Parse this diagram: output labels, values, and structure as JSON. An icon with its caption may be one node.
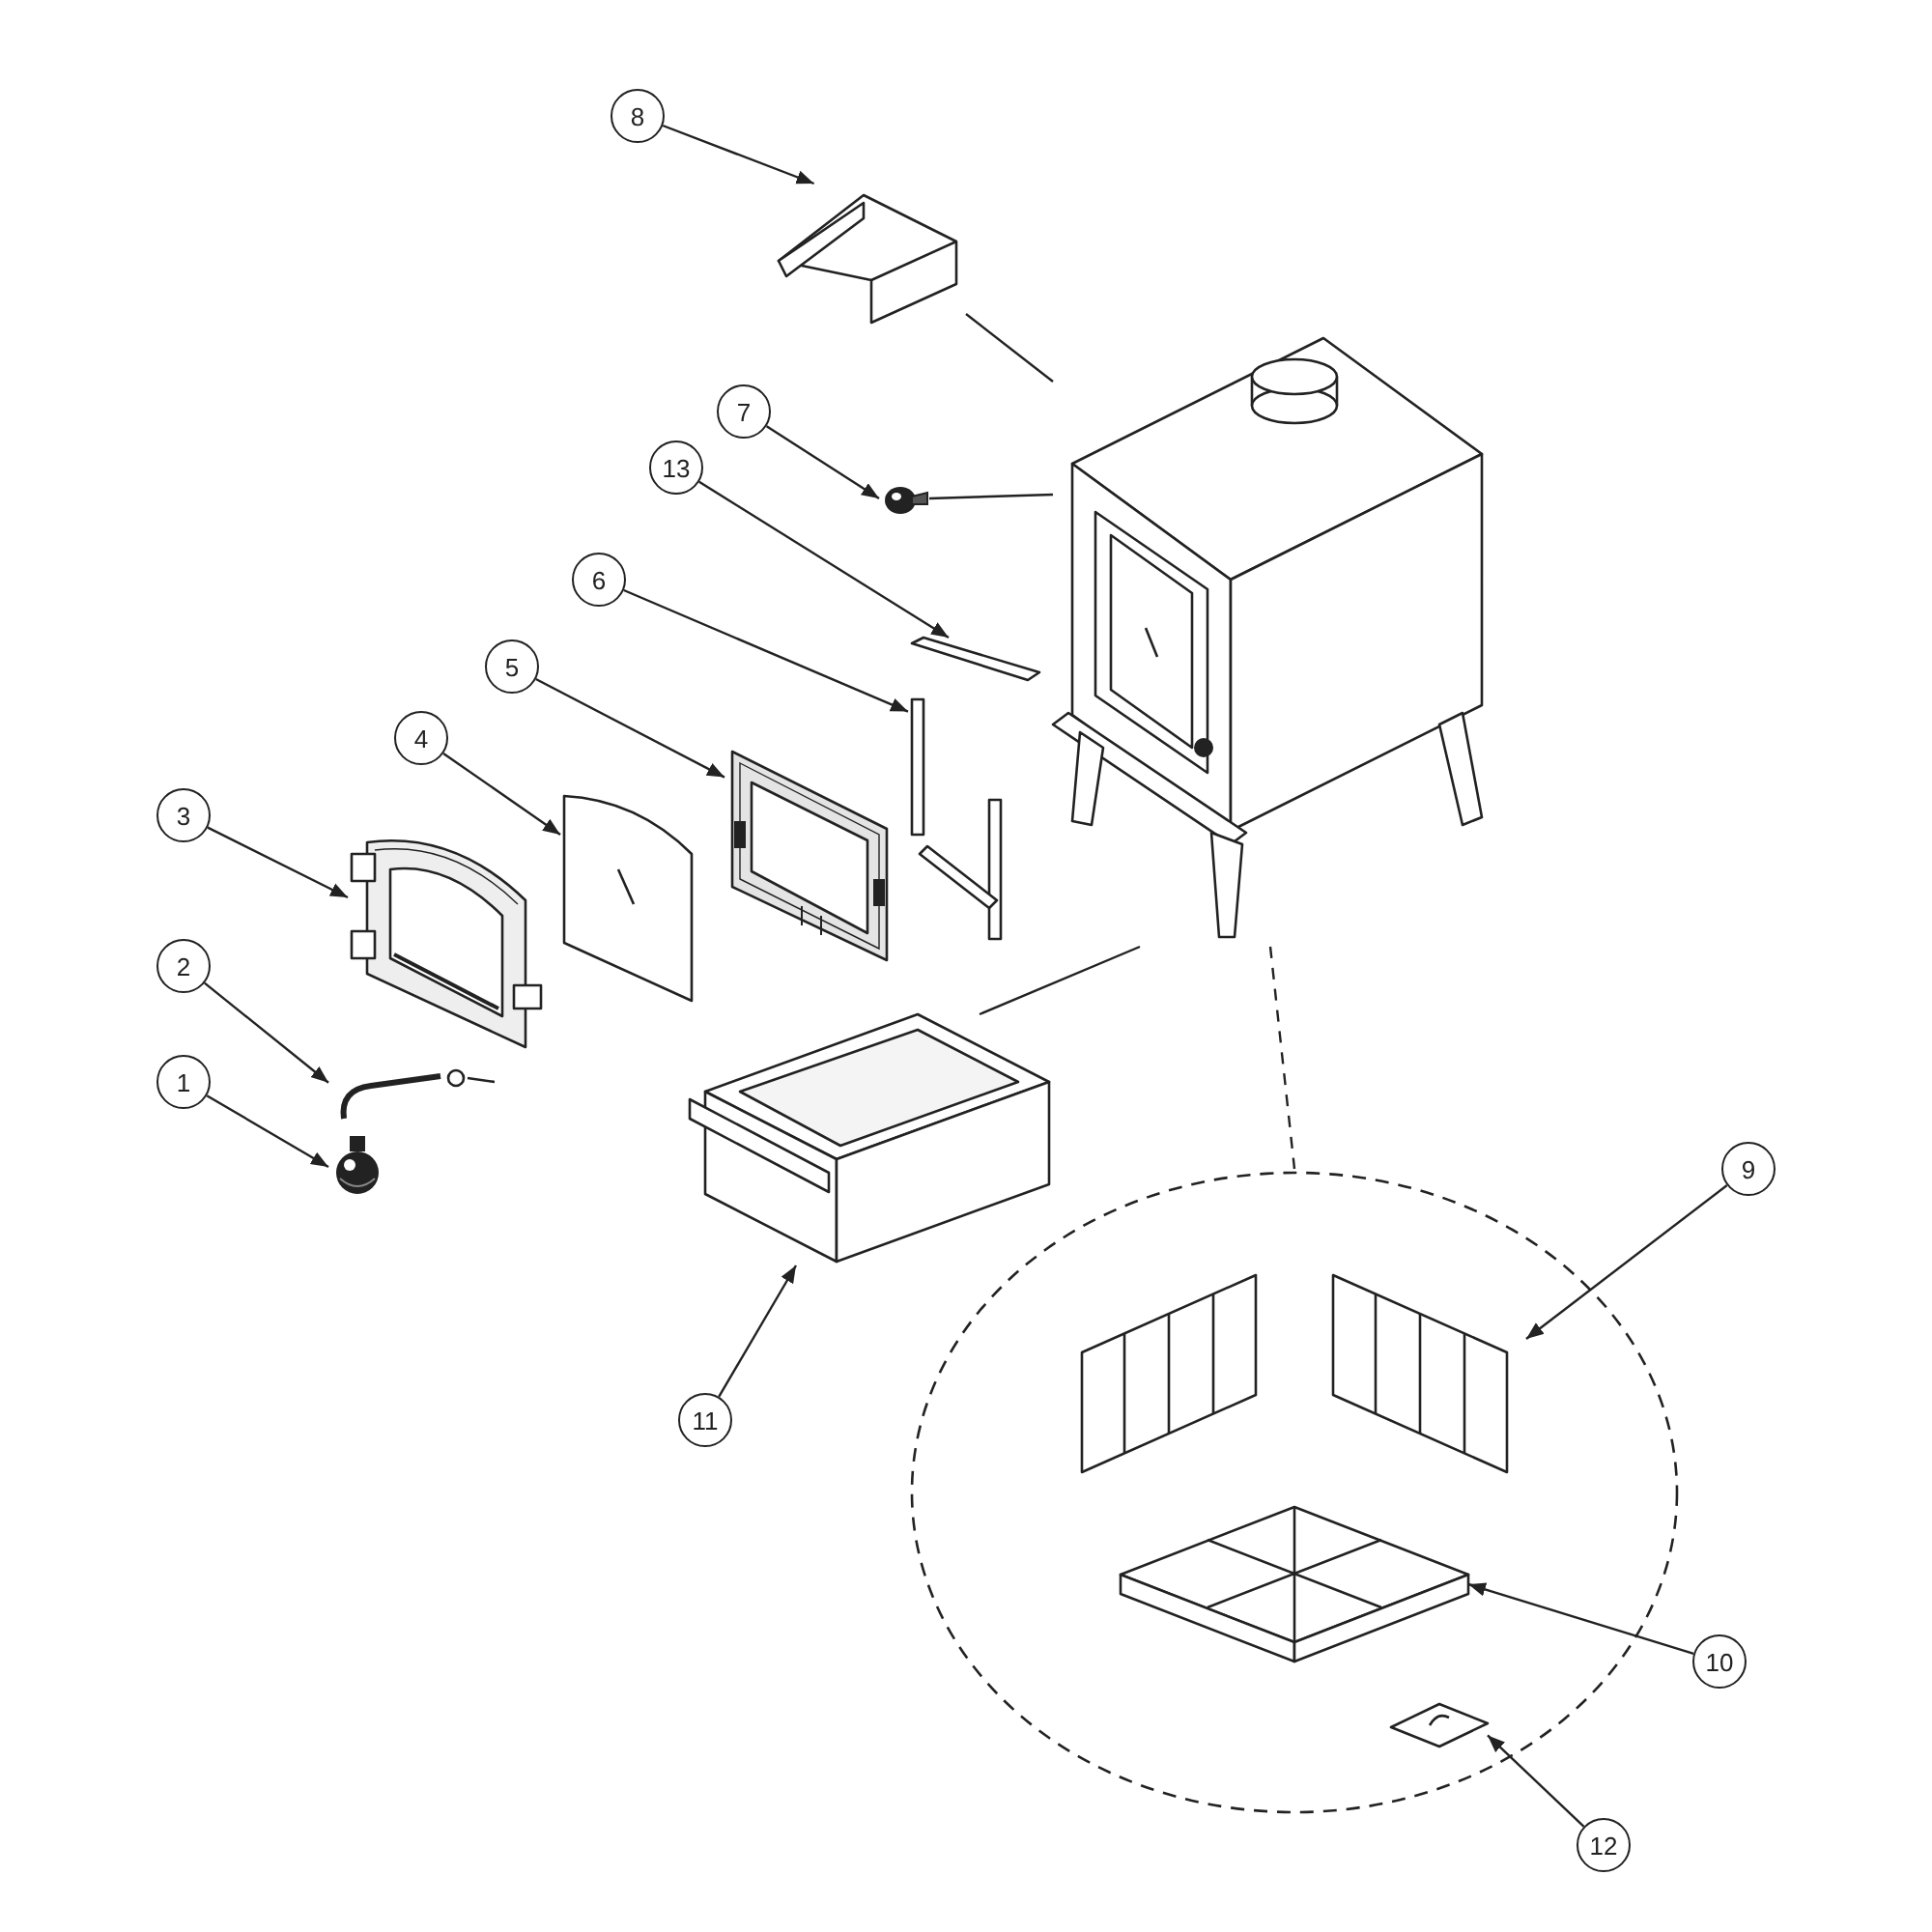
{
  "diagram": {
    "nodes": [
      {
        "text": [
          "8"
        ]
      },
      {
        "text": [],
        "shape": "picture"
      },
      {
        "text": [
          "7"
        ]
      },
      {
        "text": [],
        "shape": "picture"
      },
      {
        "text": [],
        "shape": "picture"
      },
      {
        "text": [
          "13"
        ]
      },
      {
        "text": [
          "6"
        ]
      },
      {
        "text": [
          "5"
        ]
      },
      {
        "text": [
          "4"
        ]
      },
      {
        "text": [
          "3"
        ]
      },
      {
        "text": [],
        "shape": "picture"
      },
      {
        "text": [],
        "shape": "picture"
      },
      {
        "text": [],
        "shape": "picture"
      },
      {
        "text": [],
        "shape": "picture"
      },
      {
        "text": [],
        "shape": "picture"
      },
      {
        "text": [
          "2"
        ]
      },
      {
        "text": [
          "1"
        ]
      },
      {
        "text": [],
        "shape": "picture"
      },
      {
        "text": [],
        "shape": "picture"
      },
      {
        "text": [],
        "shape": "picture"
      },
      {
        "text": [],
        "shape": "circle"
      },
      {
        "text": [
          "9"
        ]
      },
      {
        "text": [],
        "shape": "picture",
        "in": 20
      },
      {
        "text": [],
        "shape": "picture",
        "in": 20
      },
      {
        "text": [
          "11"
        ]
      },
      {
        "text": [
          "10"
        ]
      },
      {
        "text": [],
        "shape": "picture",
        "in": 20
      },
      {
        "text": [
          "12"
        ]
      }
    ],
    "edges": [
      {
        "from": 0,
        "to": 1,
        "arrow": "to"
      },
      {
        "from": 1,
        "to": 4,
        "arrow": "none"
      },
      {
        "from": 2,
        "to": 3,
        "arrow": "to"
      },
      {
        "from": 3,
        "to": 4,
        "arrow": "none"
      },
      {
        "from": 5,
        "to": 10,
        "arrow": "to"
      },
      {
        "from": 6,
        "to": 11,
        "arrow": "to"
      },
      {
        "from": 7,
        "to": 12,
        "arrow": "to"
      },
      {
        "from": 8,
        "to": 13,
        "arrow": "to"
      },
      {
        "from": 9,
        "to": 14,
        "arrow": "to"
      },
      {
        "from": 15,
        "to": 17,
        "arrow": "to"
      },
      {
        "from": 16,
        "to": 18,
        "arrow": "to"
      },
      {
        "from": 24,
        "to": 19,
        "arrow": "to"
      },
      {
        "from": 19,
        "to": 4,
        "arrow": "none"
      },
      {
        "from": 4,
        "to": 20,
        "arrow": "none",
        "style": "dashed"
      },
      {
        "from": 21,
        "to": 22,
        "arrow": "to"
      },
      {
        "from": 25,
        "to": 23,
        "arrow": "to"
      },
      {
        "from": 27,
        "to": 26,
        "arrow": "to"
      }
    ]
  }
}
